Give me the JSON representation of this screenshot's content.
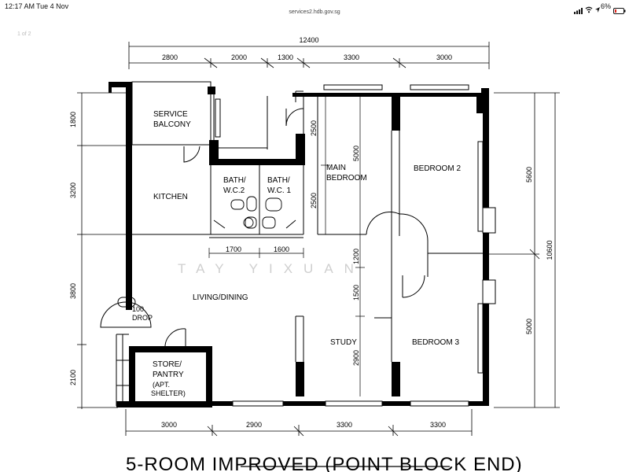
{
  "status_bar": {
    "time": "12:17 AM",
    "date": "Tue 4 Nov",
    "battery_pct": "6%",
    "icons": [
      "cellular-icon",
      "wifi-icon",
      "location-icon",
      "battery-icon"
    ]
  },
  "browser": {
    "url": "services2.hdb.gov.sg"
  },
  "viewer": {
    "page_indicator": "1 of 2"
  },
  "floor_plan": {
    "overall_width": "12400",
    "top_dims": [
      "2800",
      "2000",
      "1300",
      "3300",
      "3000"
    ],
    "bottom_dims": [
      "3000",
      "2900",
      "3300",
      "3300"
    ],
    "left_dims": [
      "1800",
      "3200",
      "3800",
      "2100"
    ],
    "right_dims": [
      "5600",
      "5000"
    ],
    "right_overall": "10600",
    "main_bedroom_dims": [
      "2500",
      "5000",
      "2500"
    ],
    "bath_dims": [
      "1700",
      "1600"
    ],
    "study_dims": [
      "1200",
      "1500",
      "2900"
    ],
    "rooms": {
      "service_balcony": [
        "SERVICE",
        "BALCONY"
      ],
      "kitchen": "KITCHEN",
      "bath_wc2": [
        "BATH/",
        "W.C.2"
      ],
      "bath_wc1": [
        "BATH/",
        "W.C. 1"
      ],
      "main_bedroom": [
        "MAIN",
        "BEDROOM"
      ],
      "bedroom_2": "BEDROOM 2",
      "living_dining": "LIVING/DINING",
      "refuse_chute": [
        "100",
        "DROP"
      ],
      "store": [
        "STORE/",
        "PANTRY",
        "(APT.",
        "SHELTER)"
      ],
      "study": "STUDY",
      "bedroom_3": "BEDROOM 3"
    },
    "watermark": "TAY YIXUAN",
    "title": "5-ROOM IMPROVED (POINT BLOCK END)"
  }
}
